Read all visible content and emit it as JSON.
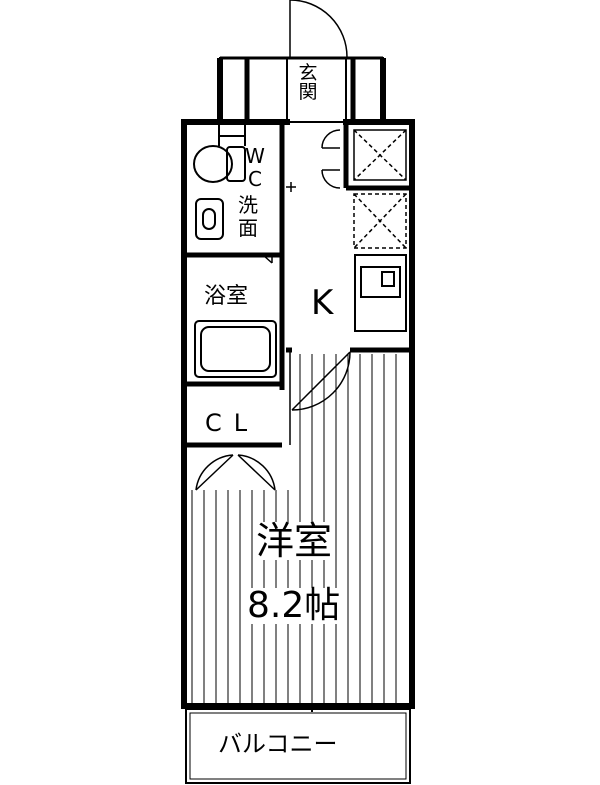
{
  "floorplan": {
    "rooms": {
      "entrance": "玄関",
      "wc": "WC",
      "washroom": "洗面",
      "bathroom": "浴室",
      "kitchen": "K",
      "closet": "CL",
      "western_room": "洋室",
      "western_room_size": "8.2帖",
      "balcony": "バルコニー"
    },
    "colors": {
      "wall": "#000000",
      "line": "#000000",
      "background": "#ffffff"
    }
  }
}
